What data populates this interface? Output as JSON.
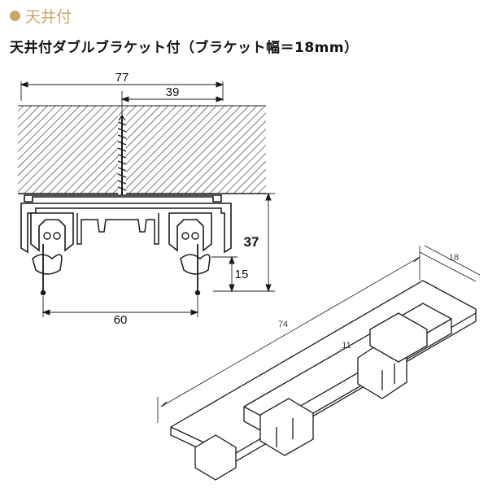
{
  "colors": {
    "accent": "#c8a76a",
    "line": "#1a1a1a",
    "hatch": "#333333"
  },
  "heading": {
    "label": "天井付",
    "bullet_icon": "filled-circle"
  },
  "subtitle": "天井付ダブルブラケット付（ブラケット幅＝18mm）",
  "dimensions": {
    "overall_width": "77",
    "half_width": "39",
    "height": "37",
    "runner_height": "15",
    "rail_spacing": "60",
    "iso_length": "74",
    "iso_width": "18",
    "iso_height": "11"
  }
}
